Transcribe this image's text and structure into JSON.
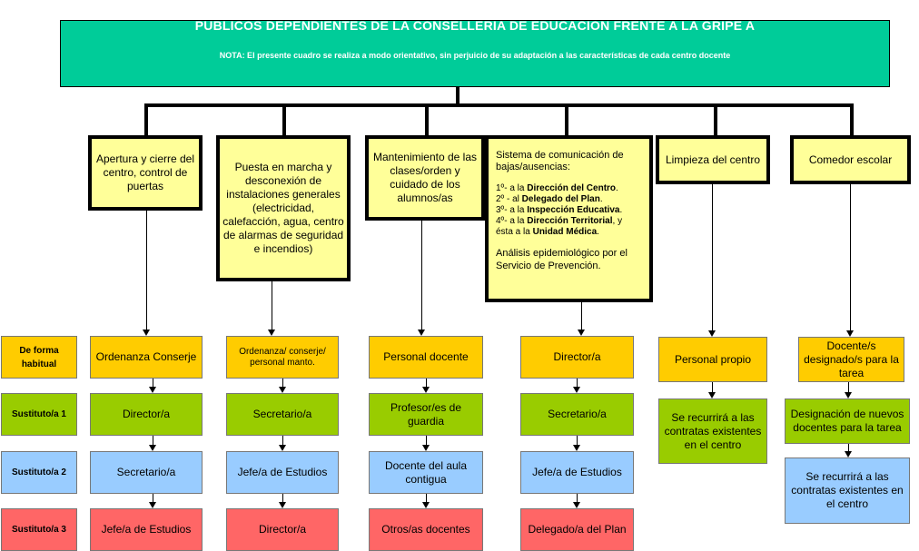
{
  "header": {
    "title": "PUBLICOS DEPENDIENTES DE LA CONSELLERIA DE EDUCACION FRENTE A LA GRIPE A",
    "note": "NOTA: El presente cuadro se realiza a modo orientativo, sin perjuicio de su adaptación a las características de cada centro docente"
  },
  "row_labels": [
    "De forma habitual",
    "Sustituto/a 1",
    "Sustituto/a 2",
    "Sustituto/a 3"
  ],
  "tasks": [
    {
      "text": "Apertura y cierre del centro, control de puertas"
    },
    {
      "text": "Puesta en marcha y desconexión de instalaciones generales (electricidad, calefacción, agua, centro de alarmas de seguridad e incendios)"
    },
    {
      "text": "Mantenimiento de las clases/orden y cuidado de los alumnos/as"
    },
    {
      "text": "Limpieza del centro"
    },
    {
      "text": "Comedor escolar"
    }
  ],
  "comms": {
    "intro": "Sistema de comunicación de bajas/ausencias:",
    "steps": [
      {
        "prefix": "1º- a la ",
        "bold": "Dirección del Centro",
        "suffix": "."
      },
      {
        "prefix": "2º - al ",
        "bold": "Delegado del Plan",
        "suffix": "."
      },
      {
        "prefix": "3º- a la ",
        "bold": "Inspección Educativa",
        "suffix": "."
      },
      {
        "prefix": "4º- a la ",
        "bold": "Dirección Territorial",
        "suffix": ", y"
      },
      {
        "prefix": "ésta a la ",
        "bold": "Unidad Médica",
        "suffix": "."
      }
    ],
    "analysis": "Análisis epidemiológico por el Servicio de Prevención."
  },
  "col1": [
    "Ordenanza Conserje",
    "Director/a",
    "Secretario/a",
    "Jefe/a de Estudios"
  ],
  "col2": [
    "Ordenanza/ conserje/ personal manto.",
    "Secretario/a",
    "Jefe/a de Estudios",
    "Director/a"
  ],
  "col3": [
    "Personal docente",
    "Profesor/es de guardia",
    "Docente del aula contigua",
    "Otros/as docentes"
  ],
  "col4": [
    "Director/a",
    "Secretario/a",
    "Jefe/a de Estudios",
    "Delegado/a del Plan"
  ],
  "col5": [
    "Personal propio",
    "Se recurrirá a las contratas existentes en el centro"
  ],
  "col6": [
    "Docente/s designado/s para la tarea",
    "Designación de nuevos docentes para la tarea",
    "Se recurrirá a las contratas existentes en el centro"
  ],
  "colors": {
    "header": "#00cc99",
    "task": "#ffff99",
    "orange": "#ffcc00",
    "green": "#99cc00",
    "blue": "#99ccff",
    "red": "#ff6666"
  }
}
